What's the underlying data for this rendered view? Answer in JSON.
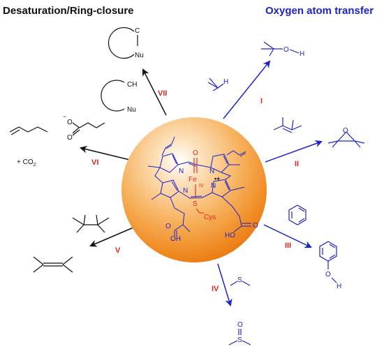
{
  "headers": {
    "left": "Desaturation/Ring-closure",
    "right": "Oxygen atom transfer"
  },
  "reaction_labels": {
    "I": "I",
    "II": "II",
    "III": "III",
    "IV": "IV",
    "V": "V",
    "VI": "VI",
    "VII": "VII"
  },
  "atoms": {
    "H": "H",
    "O": "O",
    "S": "S",
    "C": "C",
    "CH": "CH",
    "Nu": "Nu",
    "minus": "−",
    "co2": "+ CO",
    "co2_sub": "2"
  },
  "heme": {
    "iron": "Fe",
    "oxidation": "IV",
    "radical": "•+",
    "oxo": "O",
    "cys_s": "S",
    "cys": "Cys",
    "n": "N",
    "o": "O",
    "oh": "OH",
    "ho": "HO"
  },
  "colors": {
    "oxygen_transfer": "#1c23c8",
    "desaturation": "#111111",
    "label_red": "#e0261b",
    "sphere": "#f39a33"
  }
}
